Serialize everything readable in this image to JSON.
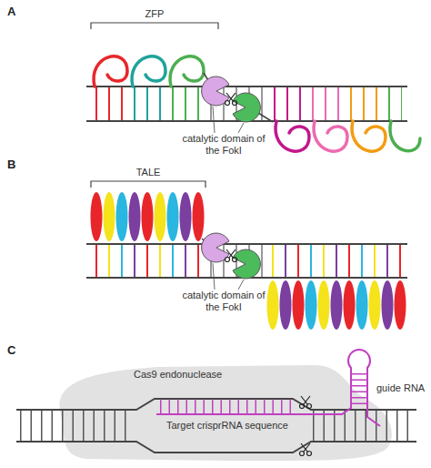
{
  "diagram": {
    "nodes": [
      {
        "text": [
          "Cas9 endonuclease",
          "Target crisprRNA sequence"
        ]
      }
    ],
    "labels": [
      "A",
      "ZFP",
      "catalytic domain of the FokI",
      "B",
      "TALE",
      "catalytic domain of the FokI",
      "C",
      "guide RNA"
    ]
  }
}
